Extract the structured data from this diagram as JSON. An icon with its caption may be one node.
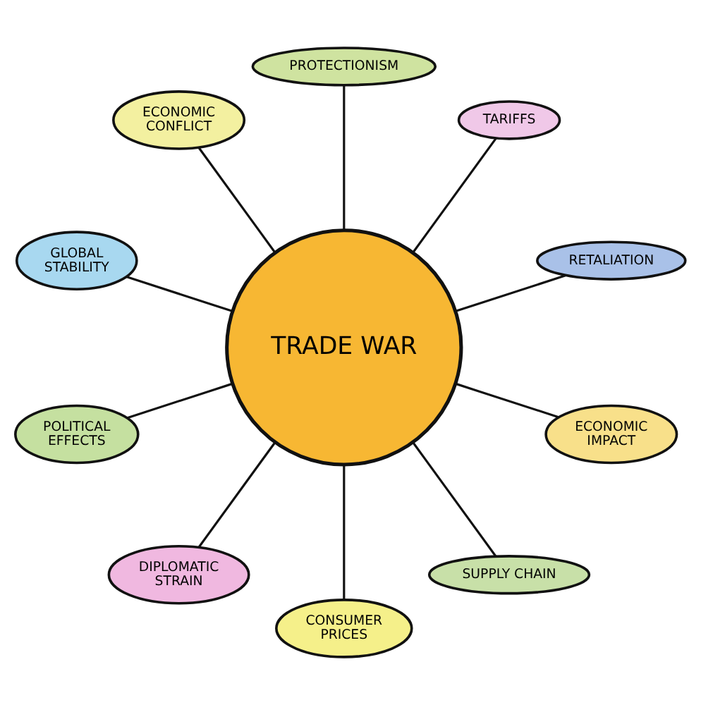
{
  "diagram": {
    "nodes": [
      {
        "text": [
          "ECONOMIC CONFLICT"
        ]
      },
      {
        "text": [
          "PROTECTIONISM"
        ]
      },
      {
        "text": [
          "TARIFFS"
        ]
      },
      {
        "text": [
          "GLOBAL STABILITY"
        ]
      },
      {
        "text": [
          "RETALIATION"
        ]
      },
      {
        "text": [
          "TRADE WAR"
        ]
      },
      {
        "text": [
          "ECONOMIC IMPACT"
        ]
      },
      {
        "text": [
          "POLITICAL EFFECTS"
        ]
      },
      {
        "text": [
          "DIPLOMATIC STRAIN"
        ]
      },
      {
        "text": [
          "CONSUMER PRICES"
        ]
      },
      {
        "text": [
          "SUPPLY CHAIN"
        ]
      }
    ],
    "edges": [
      {
        "from": 5,
        "to": 1,
        "arrow": "none"
      },
      {
        "from": 5,
        "to": 2,
        "arrow": "none"
      },
      {
        "from": 5,
        "to": 4,
        "arrow": "none"
      },
      {
        "from": 5,
        "to": 6,
        "arrow": "none"
      },
      {
        "from": 5,
        "to": 10,
        "arrow": "none"
      },
      {
        "from": 5,
        "to": 9,
        "arrow": "none"
      },
      {
        "from": 5,
        "to": 8,
        "arrow": "none"
      },
      {
        "from": 5,
        "to": 7,
        "arrow": "none"
      },
      {
        "from": 5,
        "to": 3,
        "arrow": "none"
      },
      {
        "from": 5,
        "to": 0,
        "arrow": "none"
      }
    ]
  }
}
